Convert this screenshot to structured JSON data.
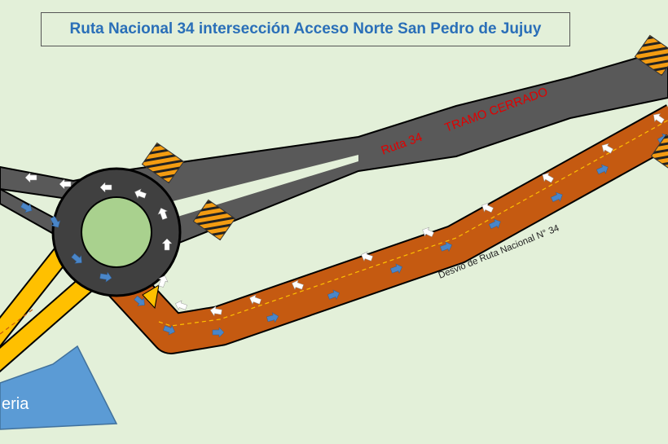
{
  "title": "Ruta Nacional 34 intersección Acceso Norte San Pedro de Jujuy",
  "road_labels": {
    "route": "Ruta 34",
    "closed": "TRAMO CERRADO",
    "detour": "Desvió de Ruta Nacional N° 34"
  },
  "area_label": "eria",
  "colors": {
    "background": "#e3f0d9",
    "closed_road": "#595959",
    "detour_road": "#c55a11",
    "access_road": "#ffc000",
    "area": "#5b9bd5",
    "roundabout_center": "#a9d18e",
    "closed_label": "#e00000",
    "title": "#2a6fb8"
  }
}
